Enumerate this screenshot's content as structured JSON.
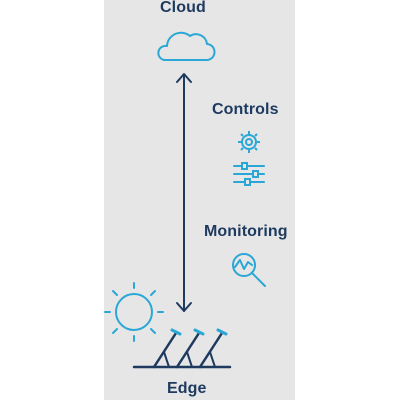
{
  "labels": {
    "cloud": "Cloud",
    "controls": "Controls",
    "monitoring": "Monitoring",
    "edge": "Edge"
  },
  "icons": {
    "cloud": "cloud-icon",
    "gear": "gear-icon",
    "sliders": "sliders-icon",
    "monitoring": "magnifier-trend-icon",
    "sun": "sun-icon",
    "solar_panels": "solar-panel-icon",
    "connection": "bidirectional-arrow-icon"
  },
  "colors": {
    "panel_background": "#e6e6e6",
    "label_text": "#1e3a5f",
    "arrow": "#1e3a5f",
    "icon_accent": "#2aa7d6",
    "solar_structure": "#1e3a5f"
  }
}
